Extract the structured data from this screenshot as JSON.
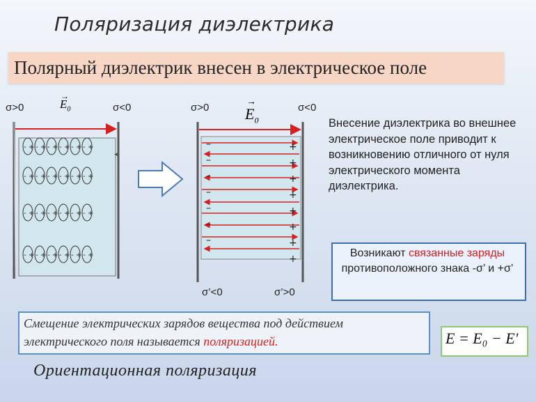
{
  "title": "Поляризация диэлектрика",
  "subtitle": "Полярный диэлектрик внесен в электрическое поле",
  "left_diagram": {
    "sigma_left": "σ>0",
    "sigma_right": "σ<0",
    "field_label": "E",
    "field_sub": "0"
  },
  "right_diagram": {
    "sigma_left": "σ>0",
    "sigma_right": "σ<0",
    "field_label": "E",
    "field_sub": "0",
    "inner_field_label": "E",
    "induced_field_label": "E",
    "induced_prime": "'",
    "sigma_prime_left": "σ’<0",
    "sigma_prime_right": "σ’>0",
    "minus": "–",
    "plus": "+"
  },
  "description": "Внесение диэлектрика во внешнее электрическое поле приводит к возникновению отличного от нуля электрического момента диэлектрика.",
  "bound_charges": {
    "text_before": "Возникают ",
    "highlight": "связанные заряды",
    "text_after": " противоположного знака  -σ’ и +σ’"
  },
  "definition": {
    "text": "Смещение электрических зарядов вещества под действием электрического поля  называется ",
    "highlight": "поляризацией."
  },
  "formula": "E = E₀ − E'",
  "bottom_title": "Ориентационная поляризация",
  "colors": {
    "field_arrow": "#d42020",
    "accent_red": "#d42020",
    "dielectric_fill": "#d2e6ee"
  }
}
